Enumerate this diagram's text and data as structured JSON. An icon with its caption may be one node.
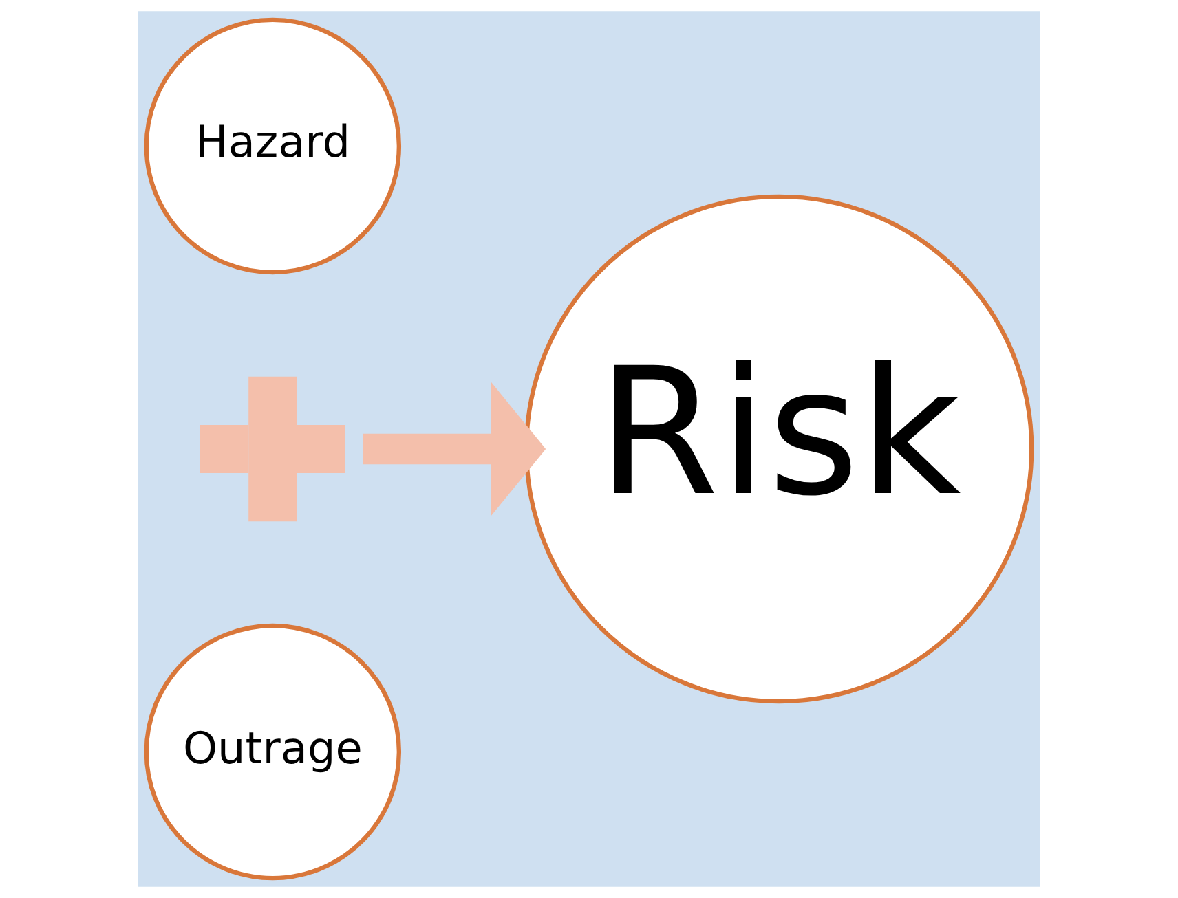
{
  "diagram": {
    "nodes": [
      {
        "text": [
          "Hazard"
        ]
      },
      {
        "text": [],
        "shape": "plus"
      },
      {
        "text": [
          "Outrage"
        ]
      },
      {
        "text": [
          "Risk"
        ]
      }
    ],
    "edges": [
      {
        "from": 1,
        "to": 3,
        "arrow": "to",
        "color": "#f4bfab"
      }
    ]
  }
}
